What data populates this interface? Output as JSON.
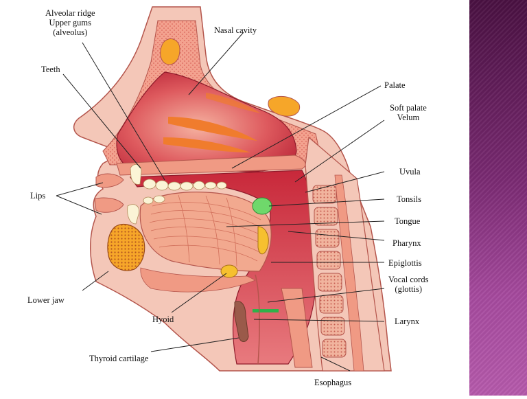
{
  "labels": {
    "alveolar": "Alveolar ridge",
    "upper_gums": "Upper gums",
    "alveolus": "(alveolus)",
    "teeth": "Teeth",
    "nasal_cavity": "Nasal cavity",
    "palate": "Palate",
    "soft_palate": "Soft palate",
    "velum": "Velum",
    "uvula": "Uvula",
    "lips": "Lips",
    "tonsils": "Tonsils",
    "tongue": "Tongue",
    "pharynx": "Pharynx",
    "epiglottis": "Epiglottis",
    "vocal_cords": "Vocal cords",
    "glottis": "(glottis)",
    "lower_jaw": "Lower jaw",
    "hyoid": "Hyoid",
    "larynx": "Larynx",
    "thyroid": "Thyroid cartilage",
    "esophagus": "Esophagus"
  },
  "colors": {
    "skin": "#f4c7b8",
    "tissue": "#f2a98f",
    "cavity": "#c8283a",
    "bone": "#f6a629",
    "tonsil": "#6fd86b",
    "vocal_cord": "#2fb24a",
    "panel": "#7a2a72"
  }
}
